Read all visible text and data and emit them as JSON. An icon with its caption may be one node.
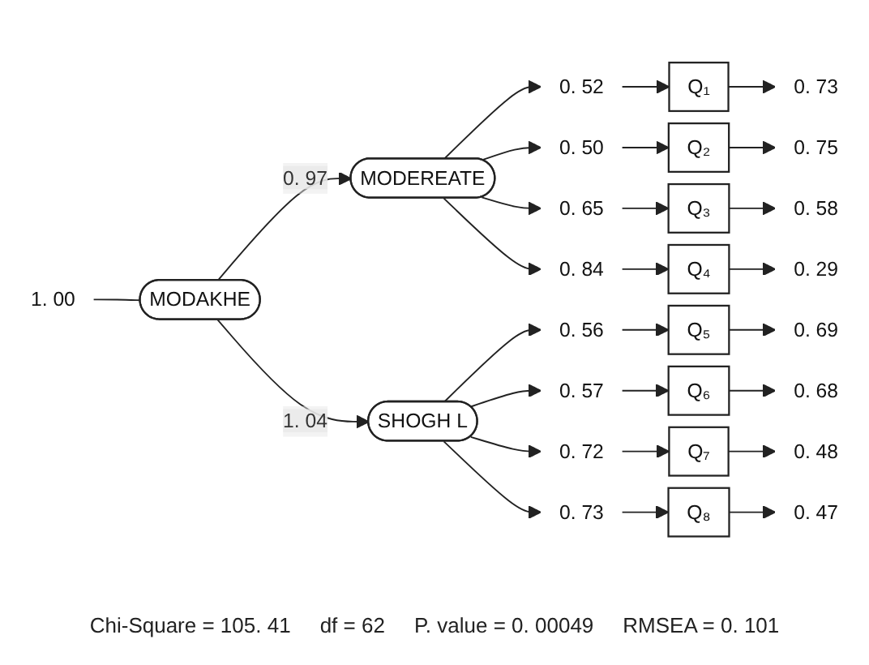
{
  "diagram": {
    "nodes": [
      {
        "text": [
          "1. 00"
        ]
      },
      {
        "text": [
          "MODAKHE"
        ]
      },
      {
        "text": [
          "MODEREATE"
        ]
      },
      {
        "text": [
          "0. 52"
        ]
      },
      {
        "text": [
          "Q₁"
        ]
      },
      {
        "text": [
          "0. 73"
        ]
      },
      {
        "text": [
          "0. 50"
        ]
      },
      {
        "text": [
          "Q₂"
        ]
      },
      {
        "text": [
          "0. 75"
        ]
      },
      {
        "text": [
          "0. 65"
        ]
      },
      {
        "text": [
          "Q₃"
        ]
      },
      {
        "text": [
          "0. 58"
        ]
      },
      {
        "text": [
          "0. 84"
        ]
      },
      {
        "text": [
          "Q₄"
        ]
      },
      {
        "text": [
          "0. 29"
        ]
      },
      {
        "text": [
          "SHOGH L"
        ]
      },
      {
        "text": [
          "0. 56"
        ]
      },
      {
        "text": [
          "Q₅"
        ]
      },
      {
        "text": [
          "0. 69"
        ]
      },
      {
        "text": [
          "0. 57"
        ]
      },
      {
        "text": [
          "Q₆"
        ]
      },
      {
        "text": [
          "0. 68"
        ]
      },
      {
        "text": [
          "0. 72"
        ]
      },
      {
        "text": [
          "Q₇"
        ]
      },
      {
        "text": [
          "0. 48"
        ]
      },
      {
        "text": [
          "0. 73"
        ]
      },
      {
        "text": [
          "Q₈"
        ]
      },
      {
        "text": [
          "0. 47"
        ]
      }
    ],
    "edges": [
      {
        "from": 0,
        "to": 1,
        "arrow": "none"
      },
      {
        "from": 1,
        "to": 2,
        "arrow": "to",
        "label": "0. 97"
      },
      {
        "from": 1,
        "to": 15,
        "arrow": "to",
        "label": "1. 04"
      },
      {
        "from": 2,
        "to": 3,
        "arrow": "to"
      },
      {
        "from": 3,
        "to": 4,
        "arrow": "to"
      },
      {
        "from": 4,
        "to": 5,
        "arrow": "to"
      },
      {
        "from": 2,
        "to": 6,
        "arrow": "to"
      },
      {
        "from": 6,
        "to": 7,
        "arrow": "to"
      },
      {
        "from": 7,
        "to": 8,
        "arrow": "to"
      },
      {
        "from": 2,
        "to": 9,
        "arrow": "to"
      },
      {
        "from": 9,
        "to": 10,
        "arrow": "to"
      },
      {
        "from": 10,
        "to": 11,
        "arrow": "to"
      },
      {
        "from": 2,
        "to": 12,
        "arrow": "to"
      },
      {
        "from": 12,
        "to": 13,
        "arrow": "to"
      },
      {
        "from": 13,
        "to": 14,
        "arrow": "to"
      },
      {
        "from": 15,
        "to": 16,
        "arrow": "to"
      },
      {
        "from": 16,
        "to": 17,
        "arrow": "to"
      },
      {
        "from": 17,
        "to": 18,
        "arrow": "to"
      },
      {
        "from": 15,
        "to": 19,
        "arrow": "to"
      },
      {
        "from": 19,
        "to": 20,
        "arrow": "to"
      },
      {
        "from": 20,
        "to": 21,
        "arrow": "to"
      },
      {
        "from": 15,
        "to": 22,
        "arrow": "to"
      },
      {
        "from": 22,
        "to": 23,
        "arrow": "to"
      },
      {
        "from": 23,
        "to": 24,
        "arrow": "to"
      },
      {
        "from": 15,
        "to": 25,
        "arrow": "to"
      },
      {
        "from": 25,
        "to": 26,
        "arrow": "to"
      },
      {
        "from": 26,
        "to": 27,
        "arrow": "to"
      }
    ],
    "labels": [
      "Chi-Square = 105. 41",
      "df = 62",
      "P. value = 0. 00049",
      "RMSEA = 0. 101"
    ]
  }
}
